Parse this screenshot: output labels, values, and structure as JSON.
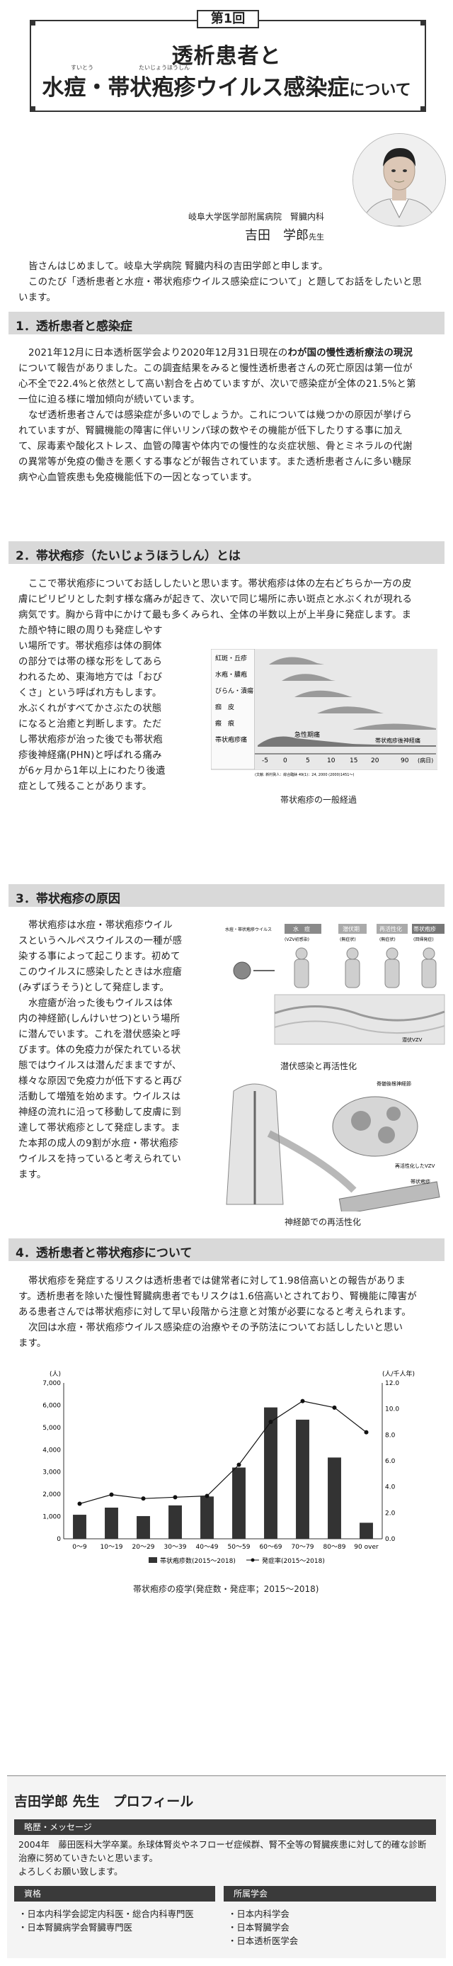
{
  "header": {
    "episode": "第1回",
    "title_line1": "透析患者と",
    "title_line2_main": "水痘・帯状疱疹ウイルス感染症",
    "title_line2_suffix": "について",
    "ruby_suitou": "すいとう",
    "ruby_taijou": "たいじょうほうしん"
  },
  "author": {
    "affiliation": "岐阜大学医学部附属病院　腎臓内科",
    "name": "吉田　学郎",
    "honorific": "先生"
  },
  "intro": [
    "皆さんはじめまして。岐阜大学病院 腎臓内科の吉田学郎と申します。",
    "このたび「透析患者と水痘・帯状疱疹ウイルス感染症について」と題してお話をしたいと思",
    "います。"
  ],
  "sections": {
    "s1": {
      "heading": "1．透析患者と感染症",
      "p1_l1_pre": "2021年12月に日本透析医学会より2020年12月31日現在の",
      "p1_l1_bold": "わが国の慢性透析療法の現況",
      "lines": [
        "について報告がありました。この調査結果をみると慢性透析患者さんの死亡原因は第一位が",
        "心不全で22.4%と依然として高い割合を占めていますが、次いで感染症が全体の21.5%と第",
        "一位に迫る様に増加傾向が続いています。",
        "なぜ透析患者さんでは感染症が多いのでしょうか。これについては幾つかの原因が挙げら",
        "れていますが、腎臓機能の障害に伴いリンパ球の数やその機能が低下したりする事に加え",
        "て、尿毒素や酸化ストレス、血管の障害や体内での慢性的な炎症状態、骨とミネラルの代謝",
        "の異常等が免疫の働きを悪くする事などが報告されています。また透析患者さんに多い糖尿",
        "病や心血管疾患も免疫機能低下の一因となっています。"
      ]
    },
    "s2": {
      "heading": "2．帯状疱疹（たいじょうほうしん）とは",
      "full_lines": [
        "ここで帯状疱疹についてお話ししたいと思います。帯状疱疹は体の左右どちらか一方の皮",
        "膚にピリピリとした刺す様な痛みが起きて、次いで同じ場所に赤い斑点と水ぶくれが現れる",
        "病気です。胸から背中にかけて最も多くみられ、全体の半数以上が上半身に発症します。ま"
      ],
      "narrow_lines": [
        "た顔や特に眼の周りも発症しやす",
        "い場所です。帯状疱疹は体の胴体",
        "の部分では帯の様な形をしてあら",
        "われるため、東海地方では「おび",
        "くさ」という呼ばれ方もします。",
        "水ぶくれがすべてかさぶたの状態",
        "になると治癒と判断します。ただ",
        "し帯状疱疹が治った後でも帯状疱",
        "疹後神経痛(PHN)と呼ばれる痛み",
        "が6ヶ月から1年以上にわたり後遺",
        "症として残ることがあります。"
      ],
      "chart_rows": [
        "紅斑・丘疹",
        "水疱・膿疱",
        "びらん・潰瘍",
        "痂　皮",
        "瘢　痕",
        "帯状疱疹痛"
      ],
      "chart_labels": [
        "急性期痛",
        "帯状疱疹後神経痛"
      ],
      "chart_ticks": [
        "-5",
        "0",
        "5",
        "10",
        "15",
        "20",
        "90"
      ],
      "chart_unit": "(病日)",
      "chart_source": "(文献: 新村眞人：綜合臨牀 49(1)：24, 2000 (2000)1451〜)",
      "caption": "帯状疱疹の一般経過"
    },
    "s3": {
      "heading": "3．帯状疱疹の原因",
      "lines": [
        "帯状疱疹は水痘・帯状疱疹ウイル",
        "スというヘルペスウイルスの一種が感",
        "染する事によって起こります。初めて",
        "このウイルスに感染したときは水痘瘡",
        "(みずぼうそう)として発症します。",
        "水痘瘡が治った後もウイルスは体",
        "内の神経節(しんけいせつ)という場所",
        "に潜んでいます。これを潜伏感染と呼",
        "びます。体の免疫力が保たれている状",
        "態ではウイルスは潜んだままですが、",
        "様々な原因で免疫力が低下すると再び",
        "活動して増殖を始めます。ウイルスは",
        "神経の流れに沿って移動して皮膚に到",
        "達して帯状疱疹として発症します。ま",
        "た本邦の成人の9割が水痘・帯状疱疹",
        "ウイルスを持っていると考えられてい",
        "ます。"
      ],
      "fig1_labels": [
        "水痘・帯状疱疹ウイルス",
        "水　痘",
        "(VZV初感染)",
        "潜伏期",
        "(無症状)",
        "再活性化",
        "(無症状)",
        "帯状疱疹",
        "(回帰発症)",
        "潜伏VZV"
      ],
      "fig1_caption": "潜伏感染と再活性化",
      "fig2_labels": [
        "脊髄後根神経節",
        "再活性化したVZV",
        "帯状疱疹"
      ],
      "fig2_caption": "神経節での再活性化"
    },
    "s4": {
      "heading": "4．透析患者と帯状疱疹について",
      "lines": [
        "帯状疱疹を発症するリスクは透析患者では健常者に対して1.98倍高いとの報告がありま",
        "す。透析患者を除いた慢性腎臓病患者でもリスクは1.6倍高いとされており、腎機能に障害が",
        "ある患者さんでは帯状疱疹に対して早い段階から注意と対策が必要になると考えられます。",
        "次回は水痘・帯状疱疹ウイルス感染症の治療やその予防法についてお話ししたいと思い",
        "ます。"
      ]
    }
  },
  "chart_data": {
    "type": "bar",
    "categories": [
      "0〜9",
      "10〜19",
      "20〜29",
      "30〜39",
      "40〜49",
      "50〜59",
      "60〜69",
      "70〜79",
      "80〜89",
      "90 over"
    ],
    "series": [
      {
        "name": "帯状疱疹数(2015〜2018)",
        "type": "bar",
        "axis": "left",
        "values": [
          1080,
          1400,
          1020,
          1500,
          1900,
          3200,
          5900,
          5350,
          3650,
          720
        ]
      },
      {
        "name": "発症率(2015〜2018)",
        "type": "line",
        "axis": "right",
        "values": [
          2.7,
          3.4,
          3.1,
          3.2,
          3.3,
          5.7,
          9.0,
          10.6,
          10.1,
          8.2
        ]
      }
    ],
    "ylabel_left": "(人)",
    "ylabel_right": "(人/千人年)",
    "ylim_left": [
      0,
      7000
    ],
    "yticks_left": [
      "0",
      "1,000",
      "2,000",
      "3,000",
      "4,000",
      "5,000",
      "6,000",
      "7,000"
    ],
    "ylim_right": [
      0,
      12
    ],
    "yticks_right": [
      "0.0",
      "2.0",
      "4.0",
      "6.0",
      "8.0",
      "10.0",
      "12.0"
    ],
    "legend_position": "bottom",
    "caption": "帯状疱疹の疫学(発症数・発症率；2015〜2018)",
    "grid": false,
    "colors": {
      "bar": "#333333",
      "line": "#111111"
    }
  },
  "profile": {
    "title": "吉田学郎 先生　プロフィール",
    "career_heading": "略歴・メッセージ",
    "career_lines": [
      "2004年　藤田医科大学卒業。糸球体腎炎やネフローゼ症候群、腎不全等の腎臓疾患に対して的確な診断",
      "治療に努めていきたいと思います。",
      "よろしくお願い致します。"
    ],
    "qual_heading": "資格",
    "qualifications": [
      "・日本内科学会認定内科医・総合内科専門医",
      "・日本腎臓病学会腎臓専門医"
    ],
    "society_heading": "所属学会",
    "societies": [
      "・日本内科学会",
      "・日本腎臓学会",
      "・日本透析医学会"
    ]
  }
}
